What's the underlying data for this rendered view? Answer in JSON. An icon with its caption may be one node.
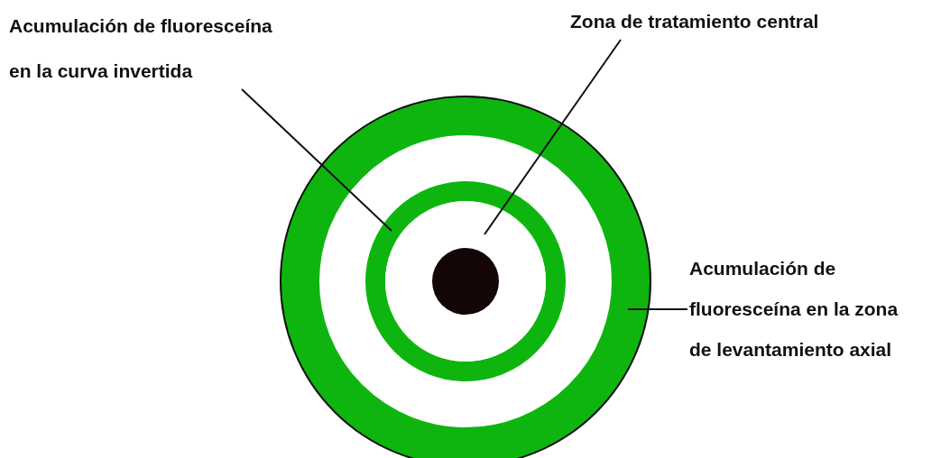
{
  "diagram": {
    "nodes": [
      {
        "text": [
          "Acumulación de fluoresceína en la curva invertida"
        ]
      },
      {
        "text": [],
        "shape": "circle",
        "in": 5
      },
      {
        "text": [
          "Zona de tratamiento central"
        ]
      },
      {
        "text": [],
        "shape": "circle",
        "in": 1
      },
      {
        "text": [
          "Acumulación de fluoresceína en la zona de levantamiento axial"
        ]
      },
      {
        "text": [],
        "shape": "circle"
      },
      {
        "text": [],
        "shape": "circle",
        "in": 3
      }
    ],
    "edges": [
      {
        "from": 0,
        "to": 1,
        "arrow": "none"
      },
      {
        "from": 2,
        "to": 3,
        "arrow": "none"
      },
      {
        "from": 4,
        "to": 5,
        "arrow": "none"
      }
    ]
  }
}
